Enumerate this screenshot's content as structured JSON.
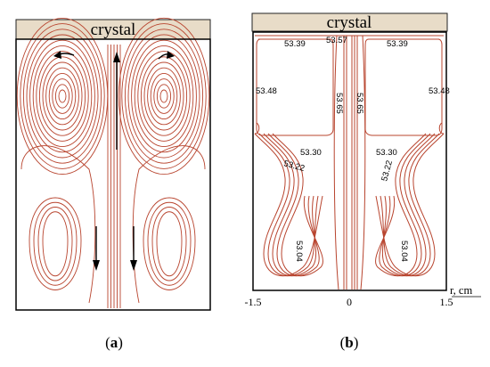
{
  "panel_a": {
    "crystal_label": "crystal",
    "caption_open": "(",
    "caption_letter": "a",
    "caption_close": ")"
  },
  "panel_b": {
    "crystal_label": "crystal",
    "caption_open": "(",
    "caption_letter": "b",
    "caption_close": ")",
    "x_axis": {
      "tick_labels": [
        "-1.5",
        "0",
        "1.5"
      ],
      "axis_label": "r, cm"
    },
    "contour_labels": [
      "53.39",
      "53.57",
      "53.39",
      "53.48",
      "53.65",
      "53.65",
      "53.48",
      "53.30",
      "53.30",
      "53.22",
      "53.22",
      "53.04",
      "53.04"
    ]
  },
  "colors": {
    "contour": "#b8442e",
    "crystal_fill": "#e8dcc8",
    "frame": "#000000"
  }
}
